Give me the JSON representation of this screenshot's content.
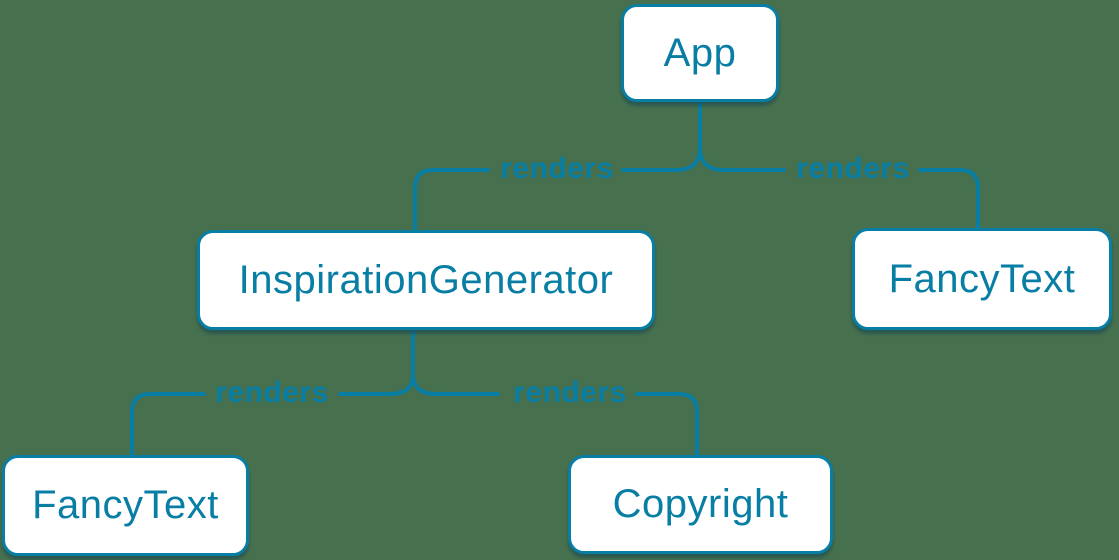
{
  "diagram": {
    "type": "tree",
    "description": "React component render tree",
    "nodes": [
      {
        "id": "app",
        "label": "App",
        "level": 0
      },
      {
        "id": "inspiration-generator",
        "label": "InspirationGenerator",
        "level": 1
      },
      {
        "id": "fancy-text-top",
        "label": "FancyText",
        "level": 1
      },
      {
        "id": "fancy-text-bottom",
        "label": "FancyText",
        "level": 2
      },
      {
        "id": "copyright",
        "label": "Copyright",
        "level": 2
      }
    ],
    "edges": [
      {
        "from": "App",
        "to": "InspirationGenerator",
        "label": "renders"
      },
      {
        "from": "App",
        "to": "FancyText",
        "label": "renders"
      },
      {
        "from": "InspirationGenerator",
        "to": "FancyText",
        "label": "renders"
      },
      {
        "from": "InspirationGenerator",
        "to": "Copyright",
        "label": "renders"
      }
    ],
    "colors": {
      "background": "#47704E",
      "stroke": "#087EA4",
      "node_fill": "#FFFFFF",
      "node_text": "#087EA4",
      "label_text": "#087EA4"
    }
  }
}
